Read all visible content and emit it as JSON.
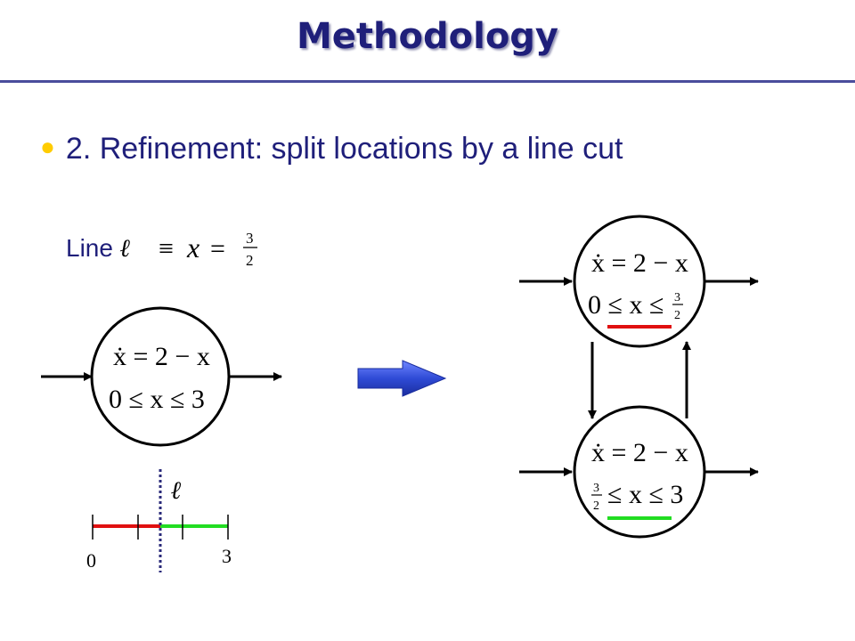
{
  "slide": {
    "title": "Methodology",
    "bullet": "2. Refinement: split locations by a line cut",
    "line_word": "Line",
    "line_symbol": "ℓ"
  },
  "math": {
    "equiv": "≡",
    "x": "x",
    "eq": "=",
    "frac_num": "3",
    "frac_den": "2",
    "dynamics": "ẋ = 2 − x",
    "inv_full": "0 ≤ x ≤ 3",
    "inv_low_left": "0 ≤ x ≤",
    "inv_high_right": "≤ x ≤ 3"
  },
  "number_line": {
    "label": "ℓ",
    "start": "0",
    "end": "3"
  },
  "colors": {
    "title": "#1f1f7a",
    "red_segment": "#e01010",
    "green_segment": "#22dd22",
    "cut_line": "#2a2a7a",
    "arrow_fill": "#2f4bd6"
  }
}
